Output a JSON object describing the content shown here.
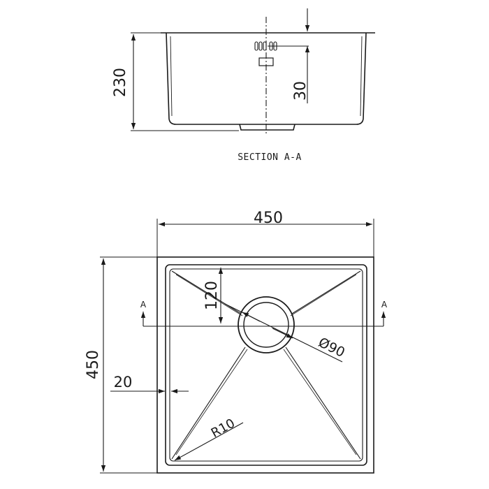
{
  "section": {
    "title": "SECTION A-A",
    "height_dim": "230",
    "overflow_dim": "30"
  },
  "plan": {
    "width_dim": "450",
    "height_dim": "450",
    "drain_offset_dim": "120",
    "drain_diameter_dim": "Ø90",
    "rim_width_dim": "20",
    "corner_radius_dim": "R10",
    "section_marker_left": "A",
    "section_marker_right": "A"
  },
  "colors": {
    "line": "#1a1a1a"
  }
}
